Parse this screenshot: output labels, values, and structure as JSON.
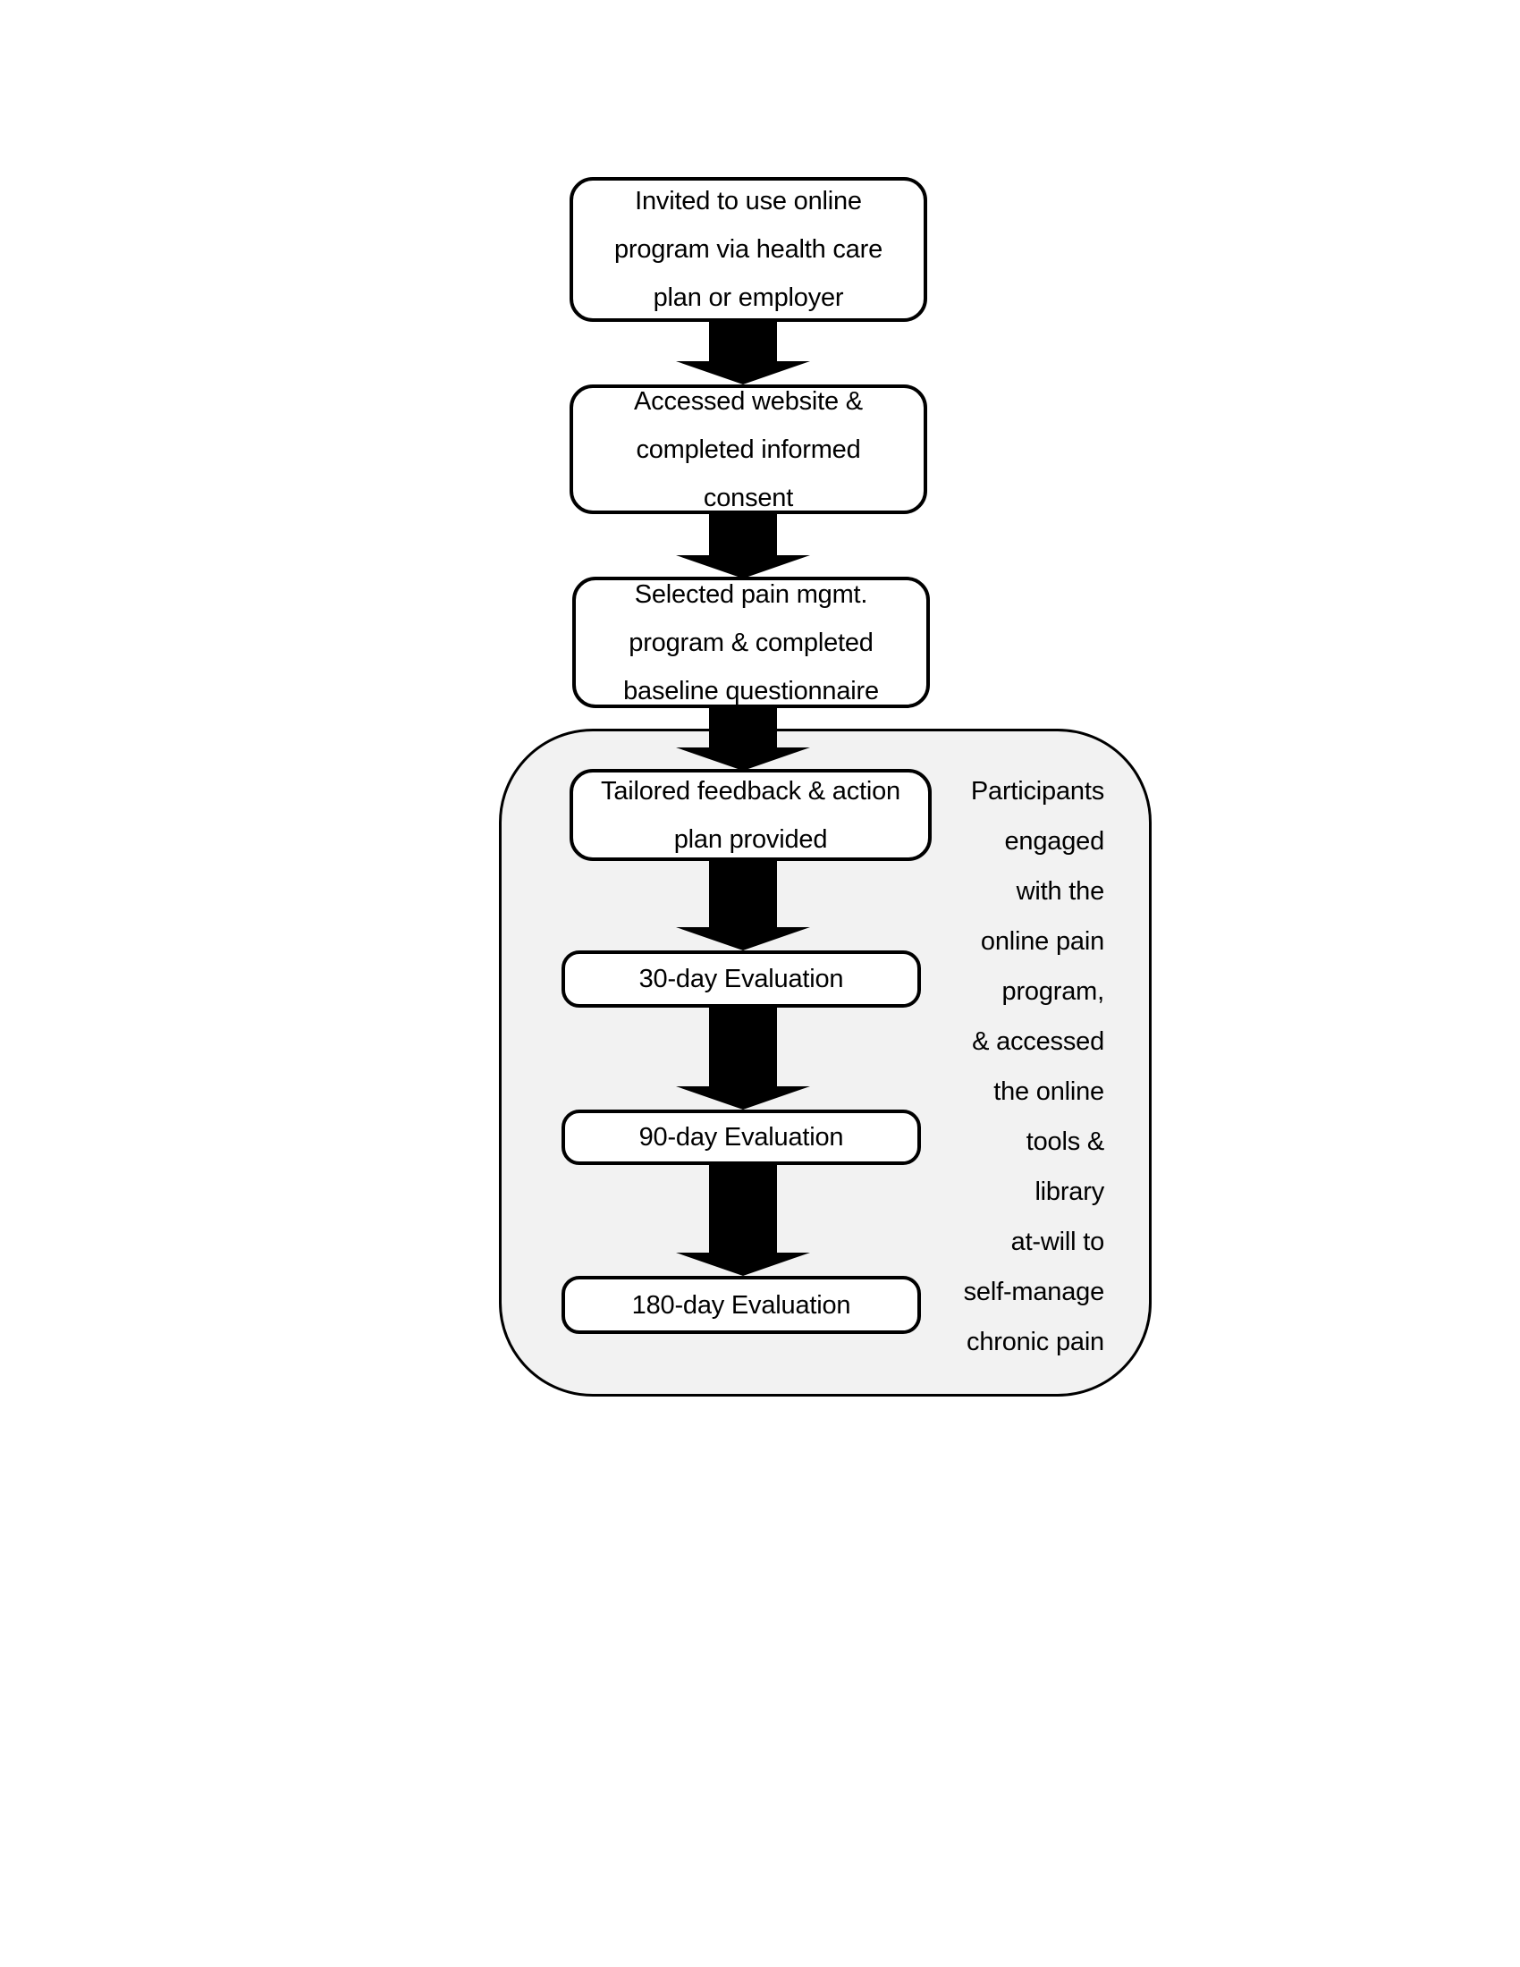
{
  "diagram": {
    "steps": {
      "invited": {
        "text": "Invited to use online\nprogram via health care\nplan or employer"
      },
      "consent": {
        "text": "Accessed website &\ncompleted informed\nconsent"
      },
      "baseline": {
        "text": "Selected pain mgmt.\nprogram & completed\nbaseline questionnaire"
      },
      "feedback": {
        "text": "Tailored feedback & action\nplan provided"
      },
      "eval30": {
        "text": "30-day Evaluation"
      },
      "eval90": {
        "text": "90-day Evaluation"
      },
      "eval180": {
        "text": "180-day Evaluation"
      }
    },
    "engagement_note": "Participants\nengaged\nwith the\nonline pain\nprogram,\n& accessed\nthe online\ntools &\nlibrary\nat-will to\nself-manage\nchronic pain",
    "colors": {
      "background": "#ffffff",
      "container_fill": "#f2f2f2",
      "stroke": "#000000"
    }
  }
}
